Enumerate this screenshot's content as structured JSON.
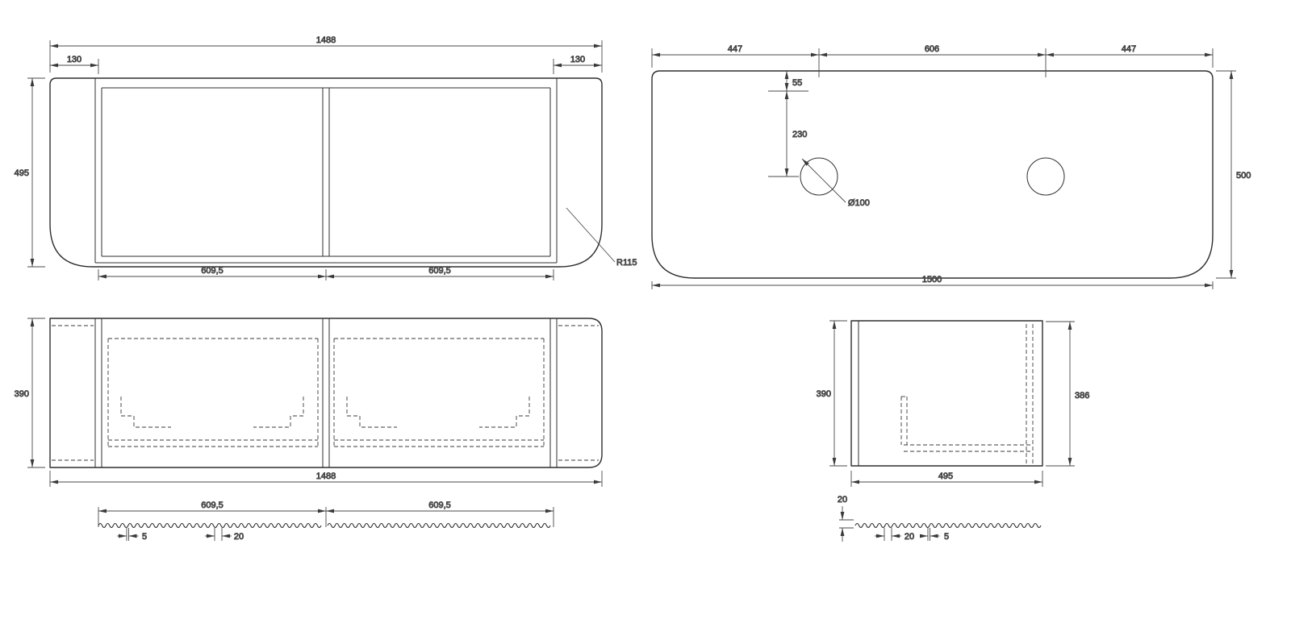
{
  "colors": {
    "background": "#ffffff",
    "line": "#2f2f2f"
  },
  "views": {
    "front": {
      "dim_total_width": "1488",
      "dim_side_left": "130",
      "dim_side_right": "130",
      "dim_height": "495",
      "dim_door_left": "609,5",
      "dim_door_right": "609,5",
      "dim_corner_radius": "R115"
    },
    "countertop": {
      "dim_span_left": "447",
      "dim_span_center": "606",
      "dim_span_right": "447",
      "dim_hole_edge_offset": "55",
      "dim_hole_center_offset": "230",
      "dim_hole_diameter": "Ø100",
      "dim_depth": "500",
      "dim_width": "1500"
    },
    "plan": {
      "dim_height": "390",
      "dim_width": "1488",
      "dim_door_left": "609,5",
      "dim_door_right": "609,5",
      "dim_flute_width": "5",
      "dim_flute_pitch": "20"
    },
    "side": {
      "dim_height": "390",
      "dim_inner_height": "386",
      "dim_panel_thickness": "20",
      "dim_depth": "495",
      "dim_flute_pitch": "20",
      "dim_flute_width": "5"
    }
  }
}
